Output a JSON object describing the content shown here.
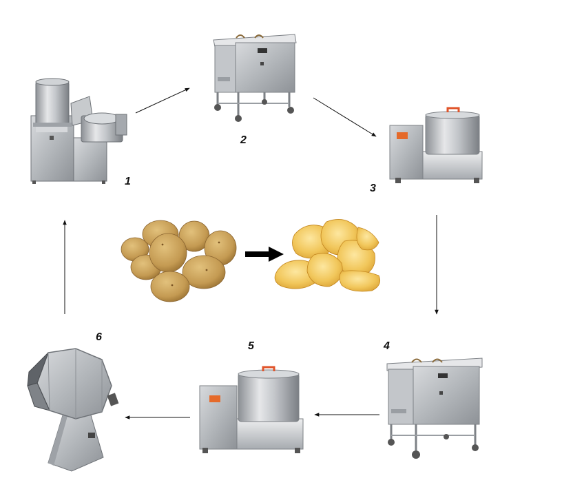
{
  "steps": [
    {
      "number": "1",
      "machine_icon": "peeler-cutter-machine-icon"
    },
    {
      "number": "2",
      "machine_icon": "blanching-tank-icon"
    },
    {
      "number": "3",
      "machine_icon": "dewatering-machine-icon"
    },
    {
      "number": "4",
      "machine_icon": "fryer-tank-icon"
    },
    {
      "number": "5",
      "machine_icon": "deoiling-machine-icon"
    },
    {
      "number": "6",
      "machine_icon": "octagonal-seasoning-machine-icon"
    }
  ],
  "center": {
    "input_icon": "potatoes-icon",
    "output_icon": "potato-chips-icon",
    "arrow_icon": "thick-right-arrow-icon"
  },
  "colors": {
    "steel_light": "#e3e4e6",
    "steel_mid": "#b9bcc0",
    "steel_dark": "#7d8186",
    "accent_handle": "#e0542a",
    "potato": "#c9a45e",
    "chip": "#f1c75a",
    "arrow": "#111111"
  }
}
